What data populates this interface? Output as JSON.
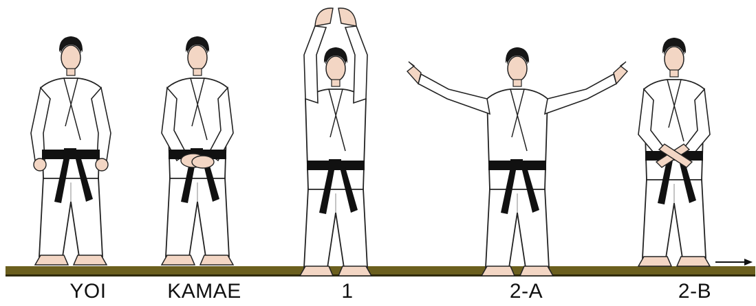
{
  "steps": [
    {
      "label": "YOI",
      "pose": "yoi"
    },
    {
      "label": "KAMAE",
      "pose": "kamae"
    },
    {
      "label": "1",
      "pose": "arms-up"
    },
    {
      "label": "2-A",
      "pose": "arms-out"
    },
    {
      "label": "2-B",
      "pose": "hands-crossed"
    }
  ],
  "colors": {
    "floor": "#6b5f1e",
    "floor_edge": "#2f2a0c",
    "gi": "#ffffff",
    "outline": "#222222",
    "skin": "#f3d6c4",
    "hair": "#161616",
    "belt": "#111111"
  },
  "icons": {
    "direction_arrow": "arrow-right-icon"
  }
}
